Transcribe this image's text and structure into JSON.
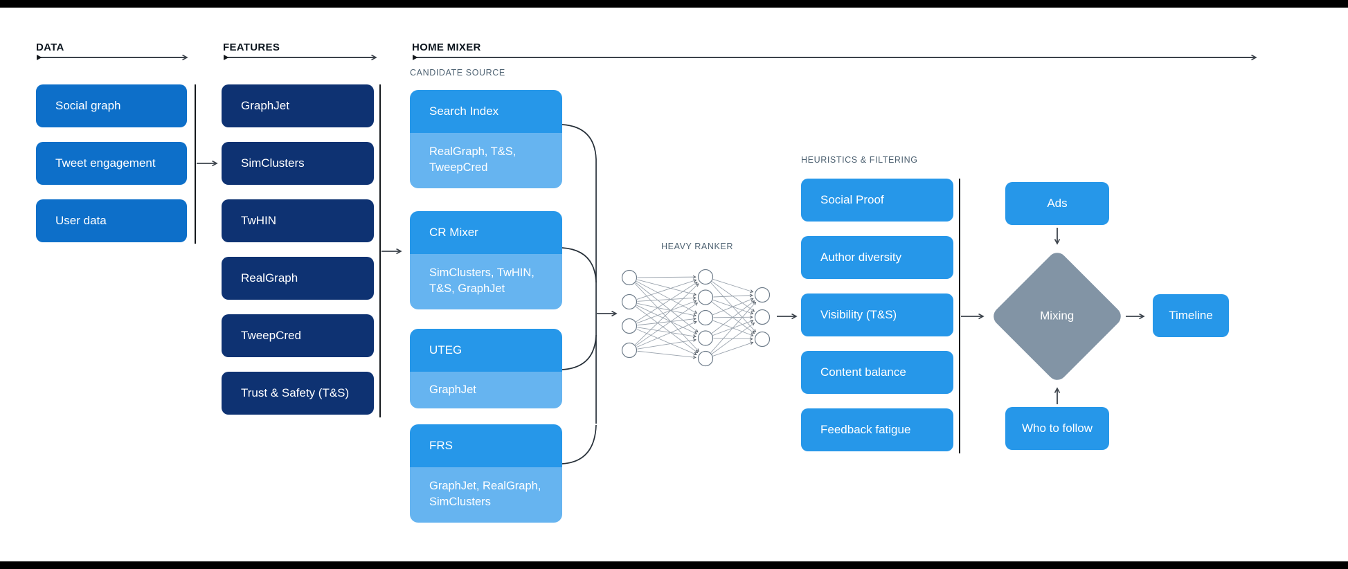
{
  "colors": {
    "data_box": "#0D6FC9",
    "features_box": "#0E3272",
    "bright_blue_box": "#2697E9",
    "light_blue_box": "#66B4F0",
    "mixing_diamond": "#8294A5",
    "top_bottom_bars": "#000000",
    "section_header_text": "#0C151E",
    "sub_header_text": "#4E6272"
  },
  "sections": {
    "data": {
      "label": "DATA",
      "boxes": [
        "Social graph",
        "Tweet engagement",
        "User data"
      ]
    },
    "features": {
      "label": "FEATURES",
      "boxes": [
        "GraphJet",
        "SimClusters",
        "TwHIN",
        "RealGraph",
        "TweepCred",
        "Trust & Safety (T&S)"
      ]
    },
    "home_mixer": {
      "label": "HOME MIXER",
      "candidate_source": {
        "label": "CANDIDATE SOURCE",
        "boxes": [
          {
            "title": "Search Index",
            "sub": "RealGraph, T&S,\nTweepCred"
          },
          {
            "title": "CR Mixer",
            "sub": "SimClusters, TwHIN,\nT&S, GraphJet"
          },
          {
            "title": "UTEG",
            "sub": "GraphJet"
          },
          {
            "title": "FRS",
            "sub": "GraphJet, RealGraph,\nSimClusters"
          }
        ]
      },
      "heavy_ranker": {
        "label": "HEAVY RANKER"
      },
      "heuristics": {
        "label": "HEURISTICS & FILTERING",
        "boxes": [
          "Social Proof",
          "Author diversity",
          "Visibility (T&S)",
          "Content balance",
          "Feedback fatigue"
        ]
      },
      "mixing": {
        "ads": "Ads",
        "diamond": "Mixing",
        "who_to_follow": "Who to follow",
        "timeline": "Timeline"
      }
    }
  }
}
